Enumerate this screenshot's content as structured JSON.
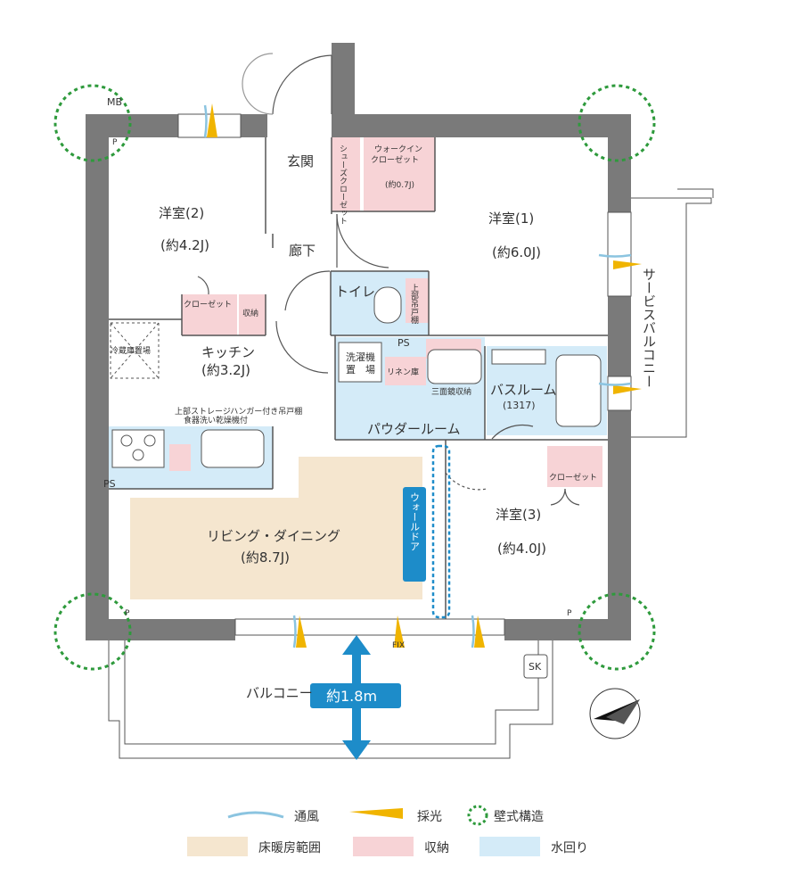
{
  "rooms": {
    "western2": {
      "name": "洋室(2)",
      "area": "(約4.2J)"
    },
    "western1": {
      "name": "洋室(1)",
      "area": "(約6.0J)"
    },
    "western3": {
      "name": "洋室(3)",
      "area": "(約4.0J)"
    },
    "kitchen": {
      "name": "キッチン",
      "area": "(約3.2J)"
    },
    "living": {
      "name": "リビング・ダイニング",
      "area": "(約8.7J)"
    },
    "genkan": "玄関",
    "corridor": "廊下",
    "toilet": "トイレ",
    "powder": "パウダールーム",
    "bath": {
      "name": "バスルーム",
      "size": "(1317)"
    },
    "balcony": "バルコニー",
    "service_balcony": "サービスバルコニー"
  },
  "labels": {
    "mb": "MB",
    "ps": "PS",
    "p": "P",
    "sk": "SK",
    "fix": "FIX",
    "shoes_closet": "シューズクローゼット",
    "walkin_closet_1": "ウォークイン",
    "walkin_closet_2": "クローゼット",
    "walkin_area": "(約0.7J)",
    "closet": "クローゼット",
    "storage": "収納",
    "upper_shelf": "上部吊戸棚",
    "fridge": "冷蔵庫置場",
    "washer_1": "洗濯機",
    "washer_2": "置　場",
    "linen": "リネン庫",
    "mirror": "三面鏡収納",
    "kitchen_note_1": "上部ストレージハンガー付き吊戸棚",
    "kitchen_note_2": "食器洗い乾燥機付",
    "wall_door": "ウォールドア",
    "balcony_depth": "約1.8m"
  },
  "legend": {
    "ventilation": "通風",
    "lighting": "採光",
    "wall_structure": "壁式構造",
    "floor_heating": "床暖房範囲",
    "storage": "収納",
    "water": "水回り"
  },
  "colors": {
    "wall": "#7a7a7a",
    "floor_heating": "#f5e6cf",
    "storage": "#f7d3d6",
    "water": "#d4ebf8",
    "wall_structure_ring": "#2e9a3c",
    "accent_blue": "#1d8cc9",
    "light_arrow": "#f0b400"
  }
}
